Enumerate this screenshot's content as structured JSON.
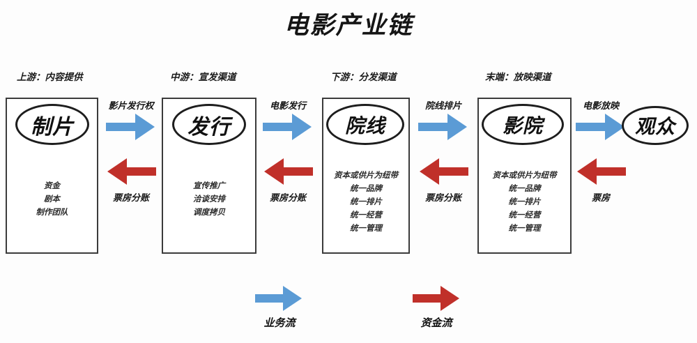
{
  "title": "电影产业链",
  "colors": {
    "business_flow_blue": "#5B9BD5",
    "capital_flow_red": "#C0302A",
    "box_border": "#3b3b3b",
    "text": "#161616",
    "background": "#fdfdfd"
  },
  "stages": [
    {
      "header": "上游：内容提供",
      "node": "制片",
      "details": [
        "资金",
        "剧本",
        "制作团队"
      ]
    },
    {
      "header": "中游：宣发渠道",
      "node": "发行",
      "details": [
        "宣传推广",
        "洽谈安排",
        "调度拷贝"
      ]
    },
    {
      "header": "下游：分发渠道",
      "node": "院线",
      "details": [
        "资本或供片为纽带",
        "统一品牌",
        "统一排片",
        "统一经营",
        "统一管理"
      ]
    },
    {
      "header": "末端：放映渠道",
      "node": "影院",
      "details": [
        "资本或供片为纽带",
        "统一品牌",
        "统一排片",
        "统一经营",
        "统一管理"
      ]
    }
  ],
  "audience": {
    "node": "观众"
  },
  "connectors": [
    {
      "forward_label": "影片发行权",
      "backward_label": "票房分账"
    },
    {
      "forward_label": "电影发行",
      "backward_label": "票房分账"
    },
    {
      "forward_label": "院线排片",
      "backward_label": "票房分账"
    },
    {
      "forward_label": "电影放映",
      "backward_label": "票房"
    }
  ],
  "legend": [
    {
      "label": "业务流",
      "color": "#5B9BD5"
    },
    {
      "label": "资金流",
      "color": "#C0302A"
    }
  ]
}
